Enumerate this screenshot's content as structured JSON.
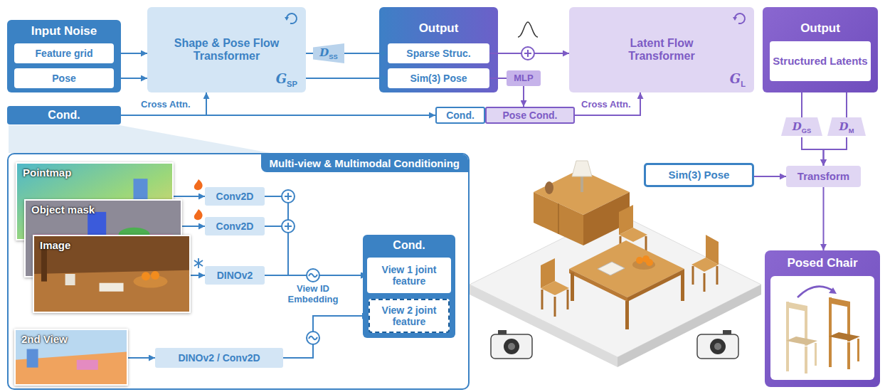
{
  "diagram": {
    "nodes": [
      {
        "text": [
          "Input Noise"
        ]
      },
      {
        "text": [
          "Feature grid"
        ],
        "in": 0
      },
      {
        "text": [
          "Pose"
        ],
        "in": 0
      },
      {
        "text": [
          "Shape & Pose Flow Transformer",
          "GSP"
        ]
      },
      {
        "text": [
          "DSS"
        ]
      },
      {
        "text": [
          "Output"
        ]
      },
      {
        "text": [
          "Sparse Struc."
        ],
        "in": 5
      },
      {
        "text": [
          "Sim(3) Pose"
        ],
        "in": 5
      },
      {
        "text": [
          "MLP"
        ]
      },
      {
        "text": [
          "Latent Flow Transformer",
          "GL"
        ]
      },
      {
        "text": [
          "Output"
        ]
      },
      {
        "text": [
          "Structured Latents"
        ],
        "in": 10
      },
      {
        "text": [
          "DGS"
        ]
      },
      {
        "text": [
          "DM"
        ]
      },
      {
        "text": [
          "Sim(3) Pose"
        ]
      },
      {
        "text": [
          "Transform"
        ]
      },
      {
        "text": [
          "Posed Chair"
        ]
      },
      {
        "text": [
          "Cond."
        ]
      },
      {
        "text": [
          "Cond."
        ]
      },
      {
        "text": [
          "Pose Cond."
        ]
      },
      {
        "text": [
          "Multi-view & Multimodal Conditioning"
        ]
      },
      {
        "text": [
          "Pointmap"
        ],
        "in": 20
      },
      {
        "text": [
          "Object mask"
        ],
        "in": 20
      },
      {
        "text": [
          "Image"
        ],
        "in": 20
      },
      {
        "text": [
          "2nd View"
        ],
        "in": 20
      },
      {
        "text": [
          "Conv2D"
        ],
        "in": 20
      },
      {
        "text": [
          "Conv2D"
        ],
        "in": 20
      },
      {
        "text": [
          "DINOv2"
        ],
        "in": 20
      },
      {
        "text": [
          "DINOv2 / Conv2D"
        ],
        "in": 20
      },
      {
        "text": [
          "Cond."
        ],
        "in": 20
      },
      {
        "text": [
          "View 1 joint feature"
        ],
        "in": 29
      },
      {
        "text": [
          "View 2 joint feature"
        ],
        "in": 29
      }
    ],
    "edges": [
      {
        "from": 1,
        "to": 3,
        "arrow": "to"
      },
      {
        "from": 2,
        "to": 3,
        "arrow": "to"
      },
      {
        "from": 17,
        "to": 3,
        "label": "Cross Attn.",
        "arrow": "to"
      },
      {
        "from": 17,
        "to": 18,
        "arrow": "to"
      },
      {
        "from": 3,
        "to": 4,
        "arrow": "none"
      },
      {
        "from": 4,
        "to": 6,
        "arrow": "to"
      },
      {
        "from": 3,
        "to": 7,
        "arrow": "to"
      },
      {
        "from": 6,
        "to": 9,
        "arrow": "to"
      },
      {
        "from": 7,
        "to": 8,
        "arrow": "none"
      },
      {
        "from": 8,
        "to": 19,
        "arrow": "to"
      },
      {
        "from": 19,
        "to": 9,
        "label": "Cross Attn.",
        "arrow": "to"
      },
      {
        "from": 10,
        "to": 12,
        "arrow": "none"
      },
      {
        "from": 10,
        "to": 13,
        "arrow": "none"
      },
      {
        "from": 12,
        "to": 15,
        "arrow": "to"
      },
      {
        "from": 13,
        "to": 15,
        "arrow": "to"
      },
      {
        "from": 14,
        "to": 15,
        "arrow": "to"
      },
      {
        "from": 15,
        "to": 16,
        "arrow": "to"
      },
      {
        "from": 21,
        "to": 25,
        "arrow": "to"
      },
      {
        "from": 22,
        "to": 26,
        "arrow": "to"
      },
      {
        "from": 23,
        "to": 27,
        "arrow": "to"
      },
      {
        "from": 25,
        "to": 30,
        "arrow": "to"
      },
      {
        "from": 26,
        "to": 30,
        "arrow": "to"
      },
      {
        "from": 27,
        "to": 30,
        "arrow": "to"
      },
      {
        "from": 24,
        "to": 28,
        "arrow": "to"
      },
      {
        "from": 28,
        "to": 31,
        "arrow": "to"
      }
    ],
    "labels": [
      "View ID Embedding"
    ]
  }
}
